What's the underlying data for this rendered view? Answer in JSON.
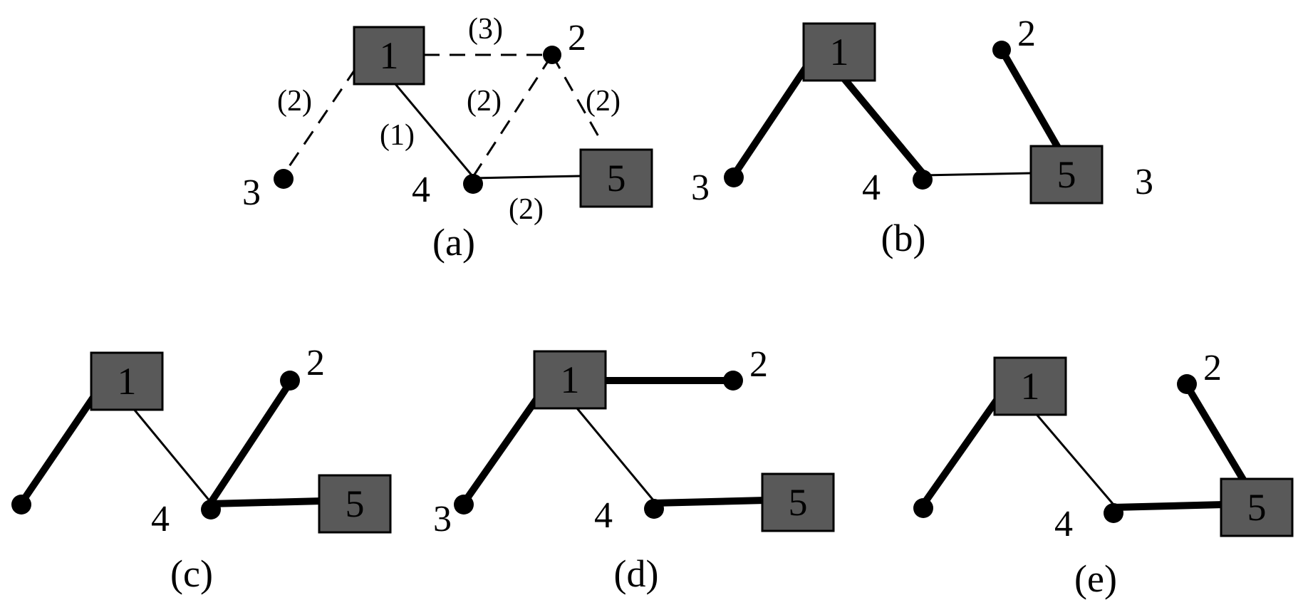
{
  "panels": {
    "a": {
      "caption": "(a)",
      "box1": "1",
      "box5": "5",
      "node2": "2",
      "node3": "3",
      "node4": "4",
      "w_1_2": "(3)",
      "w_1_3": "(2)",
      "w_1_4": "(1)",
      "w_4_2": "(2)",
      "w_2_5": "(2)",
      "w_4_5": "(2)"
    },
    "b": {
      "caption": "(b)",
      "box1": "1",
      "box5": "5",
      "node2": "2",
      "node3": "3",
      "node4": "4",
      "extra3": "3"
    },
    "c": {
      "caption": "(c)",
      "box1": "1",
      "box5": "5",
      "node2": "2",
      "node4": "4"
    },
    "d": {
      "caption": "(d)",
      "box1": "1",
      "box5": "5",
      "node2": "2",
      "node3": "3",
      "node4": "4"
    },
    "e": {
      "caption": "(e)",
      "box1": "1",
      "box5": "5",
      "node2": "2",
      "node4": "4"
    }
  }
}
